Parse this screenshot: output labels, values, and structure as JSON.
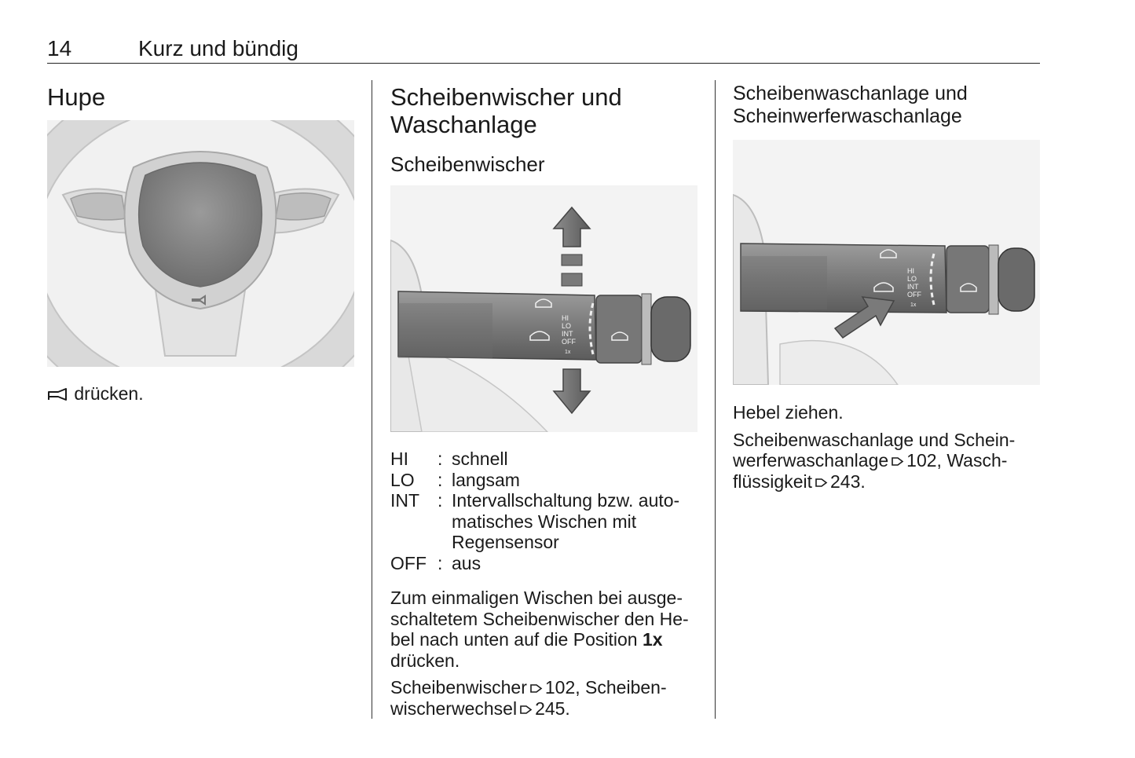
{
  "header": {
    "page_number": "14",
    "chapter_title": "Kurz und bündig"
  },
  "hupe": {
    "heading": "Hupe",
    "horn_text": "drücken.",
    "horn_icon": "horn-icon"
  },
  "wiper": {
    "heading_line1": "Scheibenwischer und",
    "heading_line2": "Waschanlage",
    "subheading": "Scheibenwischer",
    "lever_labels": [
      "HI",
      "LO",
      "INT",
      "OFF",
      "1x"
    ],
    "definitions": [
      {
        "term": "HI",
        "colon": ":",
        "desc": "schnell"
      },
      {
        "term": "LO",
        "colon": ":",
        "desc": "langsam"
      },
      {
        "term": "INT",
        "colon": ":",
        "desc_lines": [
          "Intervallschaltung bzw. auto-",
          "matisches Wischen mit",
          "Regensensor"
        ]
      },
      {
        "term": "OFF",
        "colon": ":",
        "desc": "aus"
      }
    ],
    "para1_lines": [
      "Zum einmaligen Wischen bei ausge-",
      "schaltetem Scheibenwischer den He-",
      "bel nach unten auf die Position "
    ],
    "para1_bold": "1x",
    "para1_end": "drücken.",
    "ref_line1_a": "Scheibenwischer",
    "ref_line1_num": "102, Scheiben-",
    "ref_line2_a": "wischerwechsel",
    "ref_line2_num": "245."
  },
  "washer": {
    "heading_line1": "Scheibenwaschanlage und",
    "heading_line2": "Scheinwerferwaschanlage",
    "para1": "Hebel ziehen.",
    "para2_line1": "Scheibenwaschanlage und Schein-",
    "para2_line2_a": "werferwaschanlage",
    "para2_line2_b": "102, Wasch-",
    "para2_line3_a": "flüssigkeit",
    "para2_line3_b": "243.",
    "lever_labels": [
      "HI",
      "LO",
      "INT",
      "OFF",
      "1x"
    ]
  },
  "colors": {
    "text": "#1a1a1a",
    "illustration_bg": "#f3f3f3",
    "lever": "#8a8a8a"
  }
}
